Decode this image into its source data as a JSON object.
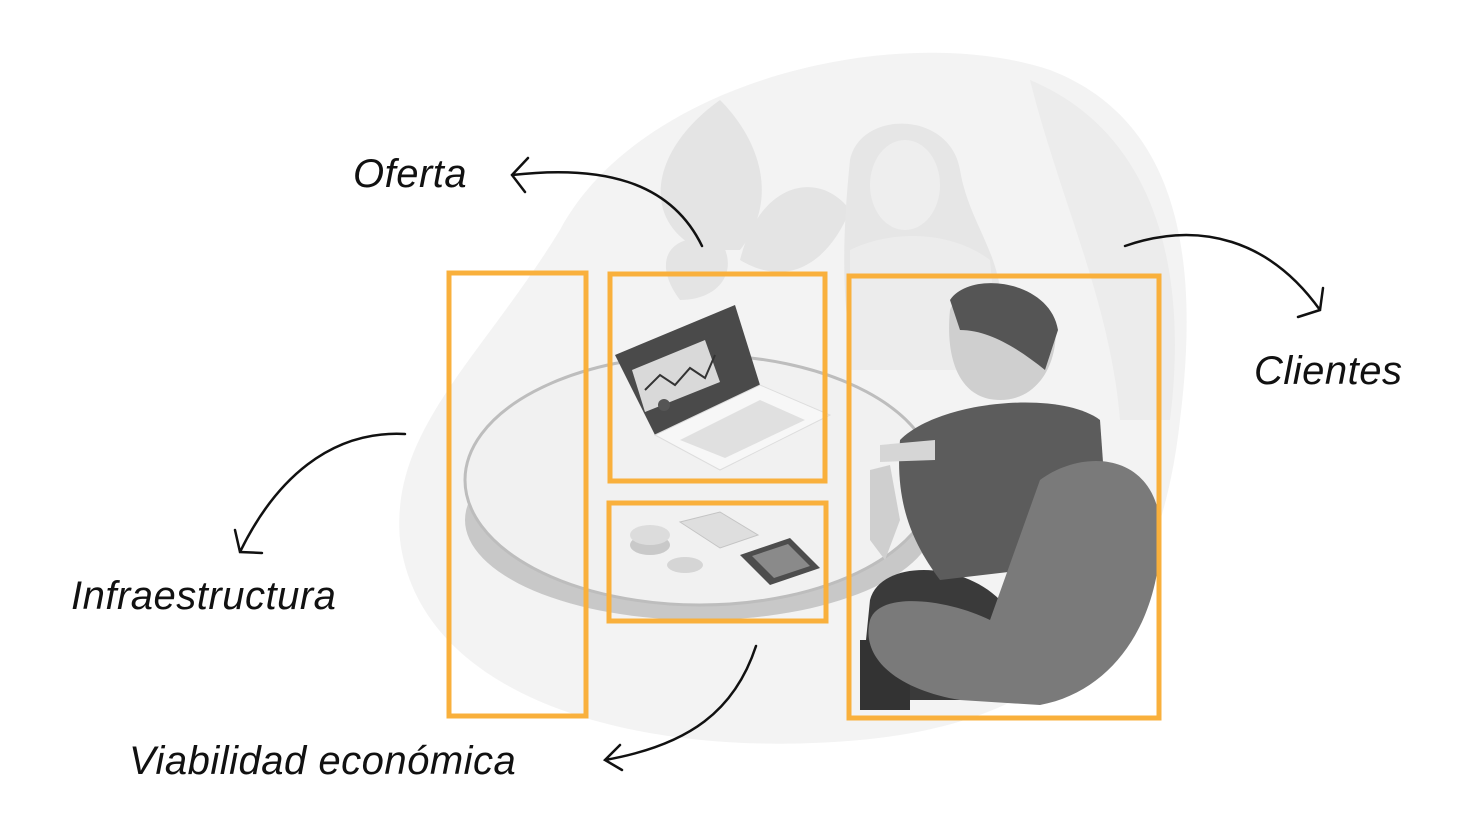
{
  "labels": {
    "oferta": "Oferta",
    "clientes": "Clientes",
    "infraestructura": "Infraestructura",
    "viabilidad": "Viabilidad económica"
  },
  "colors": {
    "highlight": "#F9B03C",
    "ink": "#111111"
  }
}
